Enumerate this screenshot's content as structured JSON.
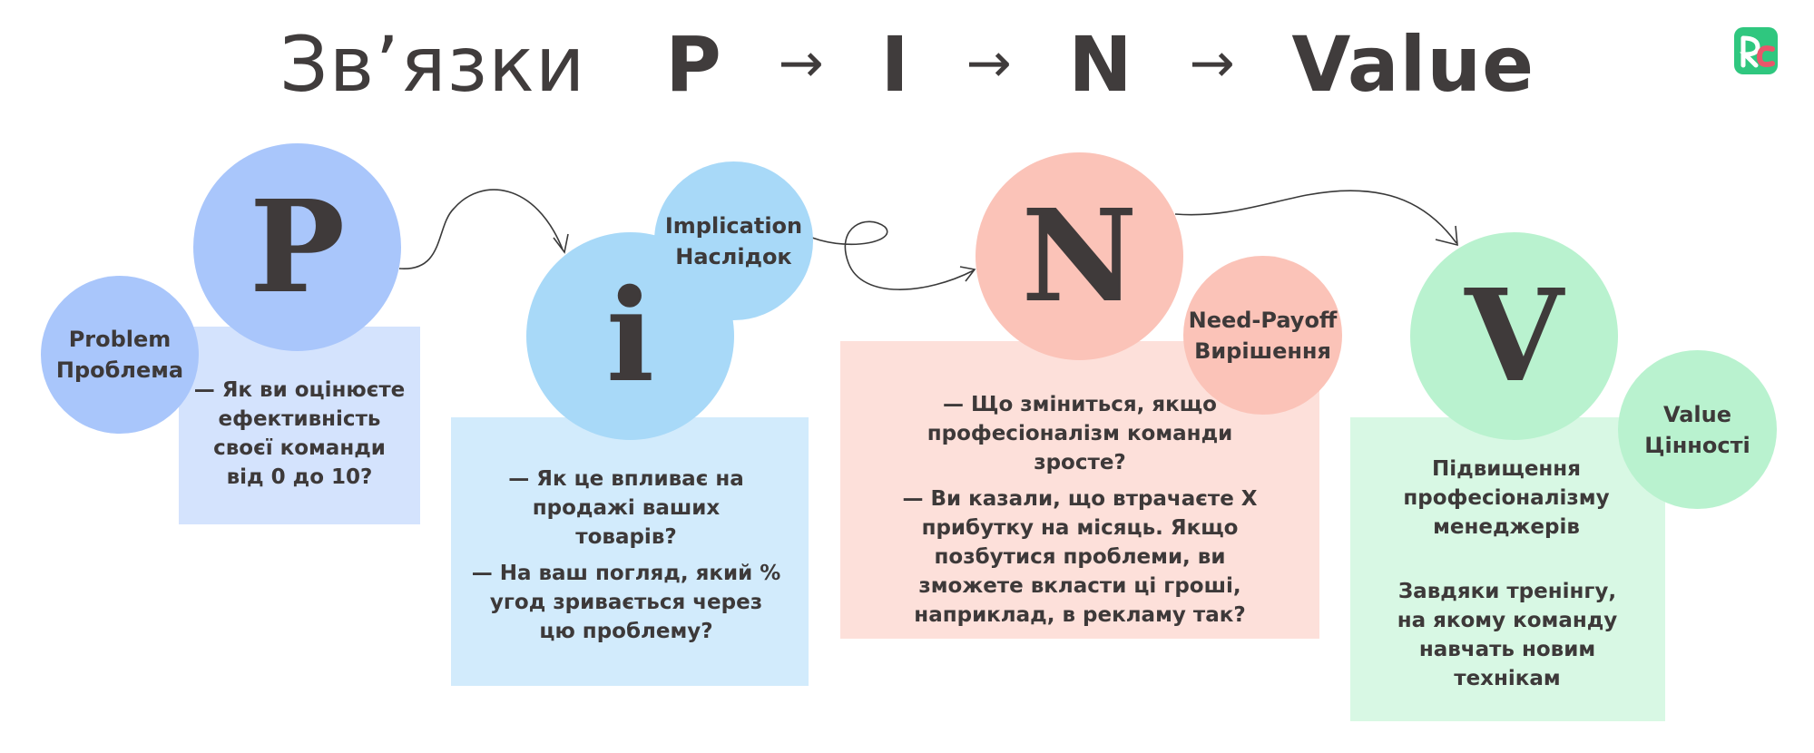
{
  "title": {
    "prefix": "Зв’язки",
    "p": "P",
    "i": "I",
    "n": "N",
    "value": "Value",
    "arrow": "→"
  },
  "logo": {
    "icon": "brand-logo-icon",
    "colors": [
      "#2fc77f",
      "#e9566a"
    ]
  },
  "stages": {
    "p": {
      "letter": "P",
      "label_en": "Problem",
      "label_ua": "Проблема",
      "question": "— Як ви оцінюєте ефективність своєї команди від 0 до 10?",
      "color_circle": "#a9c6fb",
      "color_box": "#d4e3fd"
    },
    "i": {
      "letter": "i",
      "label_en": "Implication",
      "label_ua": "Наслідок",
      "question1": "— Як це впливає на продажі ваших товарів?",
      "question2": "— На ваш погляд, який % угод зривається через цю проблему?",
      "color_circle": "#a8d9f8",
      "color_box": "#d2ebfc"
    },
    "n": {
      "letter": "N",
      "label_en": "Need-Payoff",
      "label_ua": "Вирішення",
      "question1": "— Що зміниться, якщо професіоналізм команди зросте?",
      "question2": "— Ви казали, що втрачаєте X прибутку на місяць. Якщо позбутися проблеми, ви зможете вкласти ці гроші, наприклад, в рекламу так?",
      "color_circle": "#fbc3b8",
      "color_box": "#fde0da"
    },
    "v": {
      "letter": "V",
      "label_en": "Value",
      "label_ua": "Цінності",
      "text1": "Підвищення професіоналізму менеджерів",
      "text2": "Завдяки тренінгу, на якому команду навчать новим технікам",
      "color_circle": "#b9f2cf",
      "color_box": "#d8f8e4"
    }
  }
}
